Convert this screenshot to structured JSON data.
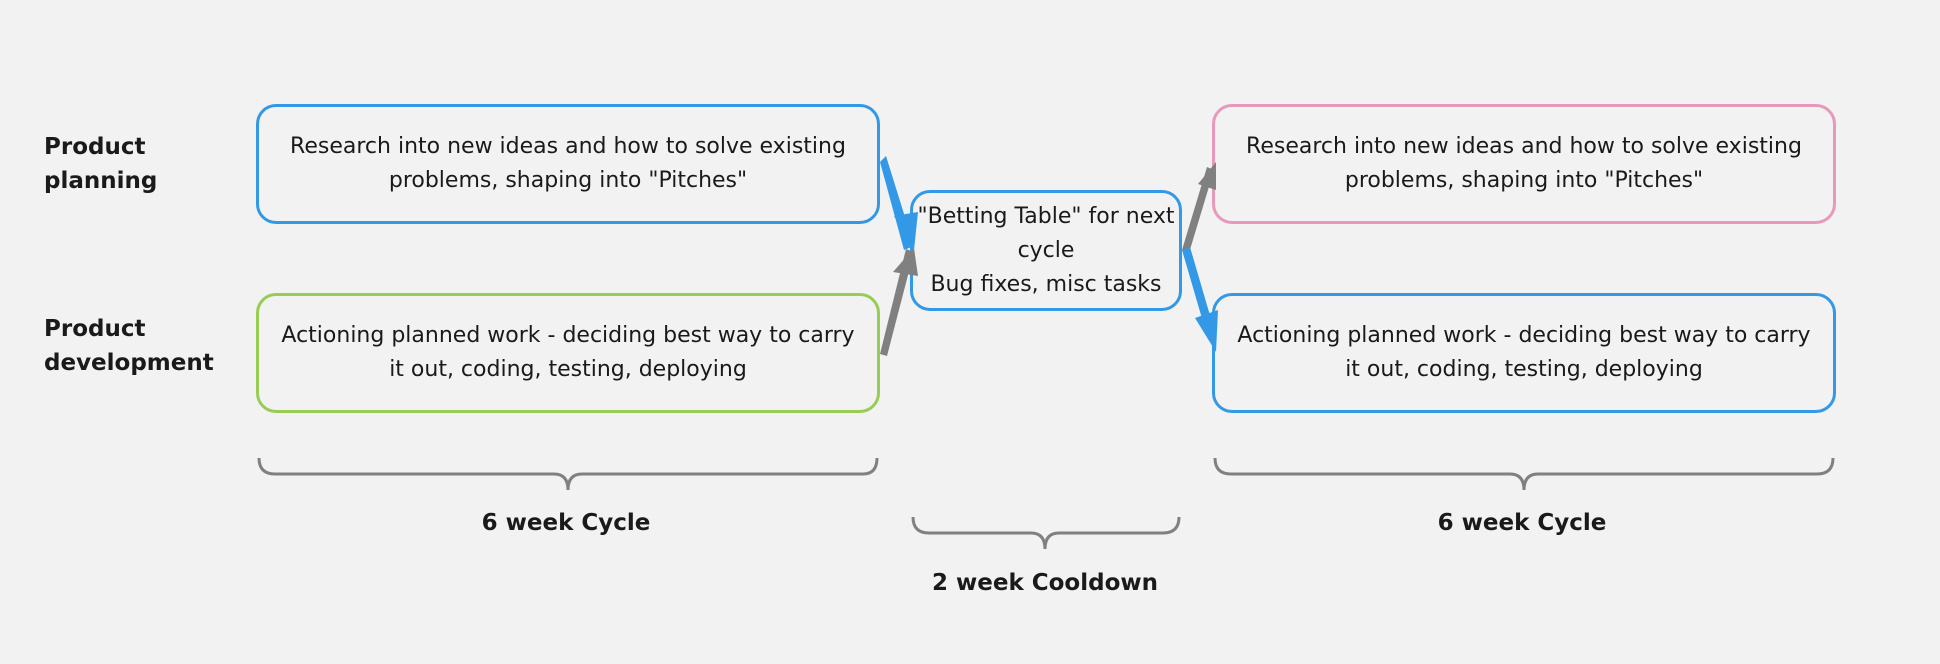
{
  "rows": {
    "planning_label": "Product\nplanning",
    "development_label": "Product\ndevelopment"
  },
  "boxes": {
    "planning_1": "Research into new ideas and how to solve existing problems, shaping into \"Pitches\"",
    "development_1": "Actioning planned work - deciding best way to carry it out, coding, testing, deploying",
    "cooldown": "\"Betting Table\" for next cycle\nBug fixes, misc tasks",
    "planning_2": "Research into new ideas and how to solve existing problems, shaping into \"Pitches\"",
    "development_2": "Actioning planned work - deciding best way to carry it out, coding, testing, deploying"
  },
  "captions": {
    "cycle_1": "6 week Cycle",
    "cooldown": "2 week Cooldown",
    "cycle_2": "6 week Cycle"
  },
  "colors": {
    "blue": "#3399e6",
    "green": "#99cc55",
    "pink": "#e699bb",
    "gray": "#808080"
  }
}
